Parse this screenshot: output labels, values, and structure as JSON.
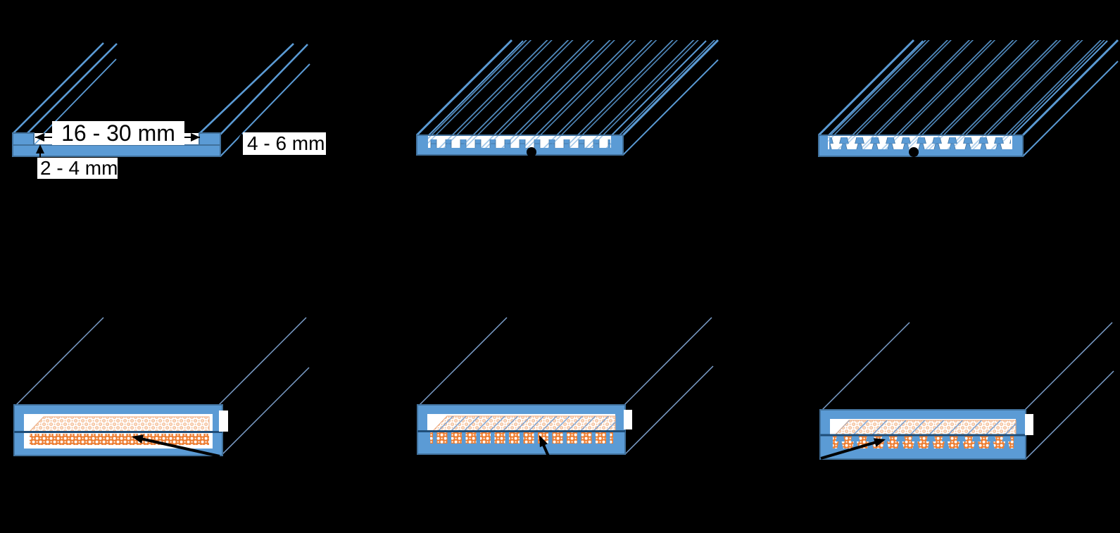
{
  "diagram": {
    "background": "#000000",
    "dimension_labels": {
      "channel_width": "16 - 30 mm",
      "base_thickness": "2 - 4 mm",
      "channel_height": "4 - 6 mm"
    },
    "panels": [
      {
        "id": "smooth-channel",
        "row": "top",
        "fins": 0,
        "marker": "dimension-arrows"
      },
      {
        "id": "rectangular-fin-channel",
        "row": "top",
        "fins": 13,
        "marker": "black-dot"
      },
      {
        "id": "trapezoidal-fin-channel",
        "row": "top",
        "fins": 12,
        "marker": "black-dot"
      },
      {
        "id": "foam-filled-smooth-channel",
        "row": "bottom",
        "foam": true,
        "fins": 0,
        "marker": "arrow"
      },
      {
        "id": "foam-filled-rectangular-fin-channel",
        "row": "bottom",
        "foam": true,
        "fins": 13,
        "marker": "arrow"
      },
      {
        "id": "foam-filled-trapezoidal-fin-channel",
        "row": "bottom",
        "foam": true,
        "fins": 12,
        "marker": "arrow"
      }
    ],
    "colors": {
      "channel_blue": "#5B9BD5",
      "channel_outline": "#41719C",
      "divider_navy": "#1F4E79",
      "foam_orange": "#ED7D31",
      "foam_light_fill": "#FBDCC5",
      "foam_light_edge": "#F1AE7E",
      "depth_line_blue": "#7DA0CC",
      "annotation_black": "#000000",
      "label_bg": "#FFFFFF"
    }
  }
}
